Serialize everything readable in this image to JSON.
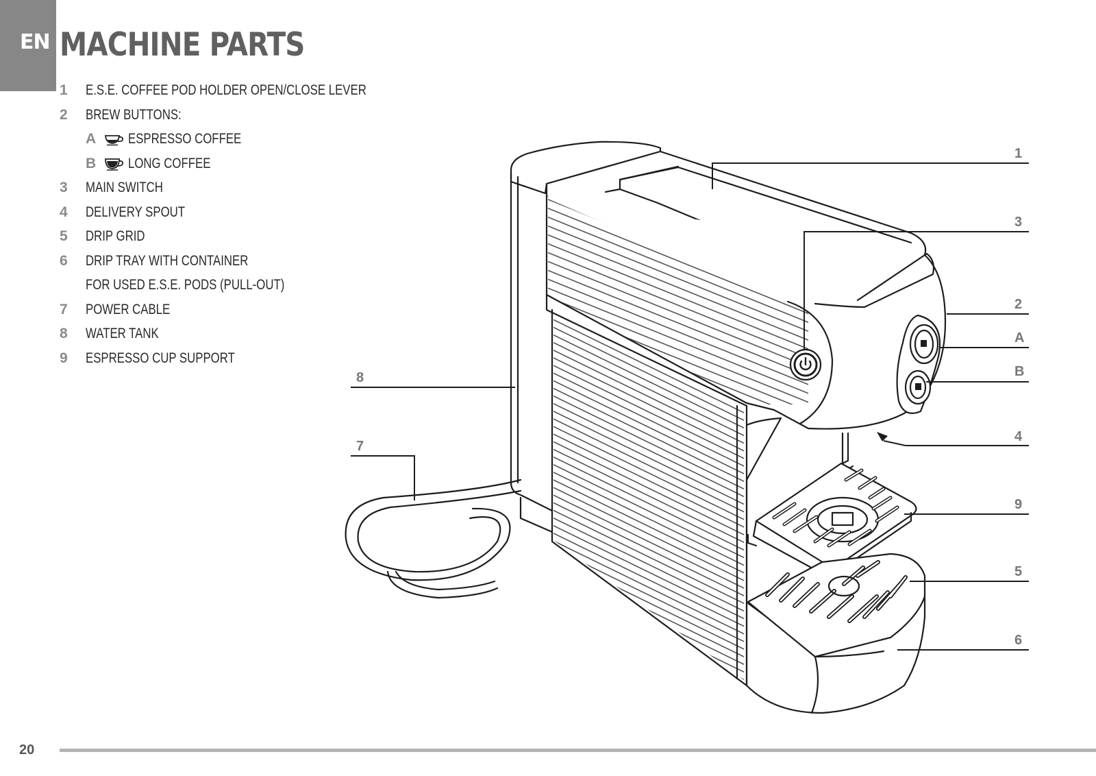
{
  "language_tab": "EN",
  "title": "MACHINE PARTS",
  "parts": [
    {
      "num": "1",
      "text": "E.S.E. COFFEE POD HOLDER OPEN/CLOSE LEVER"
    },
    {
      "num": "2",
      "text": "BREW BUTTONS:"
    },
    {
      "num": "A",
      "text": "ESPRESSO COFFEE",
      "icon": "espresso-cup-icon"
    },
    {
      "num": "B",
      "text": "LONG COFFEE",
      "icon": "long-coffee-cup-icon"
    },
    {
      "num": "3",
      "text": "MAIN SWITCH"
    },
    {
      "num": "4",
      "text": "DELIVERY SPOUT"
    },
    {
      "num": "5",
      "text": "DRIP GRID"
    },
    {
      "num": "6",
      "text": "DRIP TRAY WITH CONTAINER"
    },
    {
      "num": "",
      "text": "FOR USED E.S.E. PODS (PULL-OUT)"
    },
    {
      "num": "7",
      "text": "POWER CABLE"
    },
    {
      "num": "8",
      "text": "WATER TANK"
    },
    {
      "num": "9",
      "text": "ESPRESSO CUP SUPPORT"
    }
  ],
  "callouts": {
    "c1": "1",
    "c3": "3",
    "c2": "2",
    "cA": "A",
    "cB": "B",
    "c4": "4",
    "c9": "9",
    "c5": "5",
    "c6": "6",
    "c8": "8",
    "c7": "7"
  },
  "page_number": "20",
  "colors": {
    "tab": "#878787",
    "title": "#606060",
    "callout": "#777777",
    "rule": "#b4b4b4"
  }
}
